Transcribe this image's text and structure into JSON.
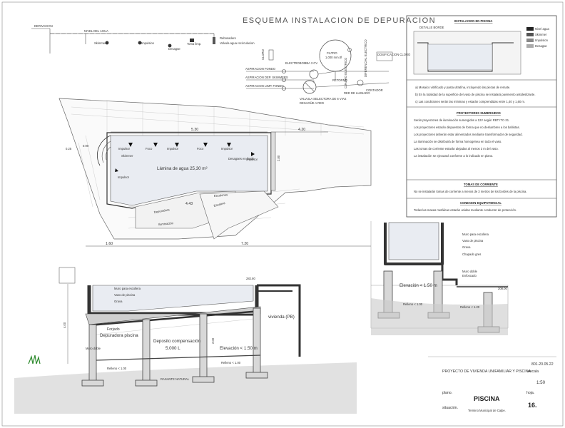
{
  "title": "ESQUEMA INSTALACION DE DEPURACION",
  "schematic": {
    "derivacion": "DERIVACION",
    "nivel_agua": "NIVEL DEL AGUA",
    "skimmer": "Skimmer",
    "impulsion": "Impulsion",
    "desague": "Desagüe",
    "toma_limp": "Toma limp.",
    "rebosadero": "Rebosadero",
    "valvula_agua": "Valvula agua recirculacion",
    "aspiracion_fondo": "ASPIRACION FONDO",
    "aspiracion_skimmer": "ASPIRACION DEP. SKIMMERS",
    "aspiracion_limp": "ASPIRACION LIMP. FONDO",
    "filtro": "FILTRO",
    "filtro_size": "1.000 mm Ø",
    "electrobomba": "ELECTROBOMBA 3 CV",
    "valvula_selectora": "VALVULA SELECTORA DE 6 VIAS",
    "cuadro": "CUADRO ELECTRICO",
    "desague_nivel": "DESAGÜE A RED",
    "contador": "CONTADOR",
    "dosificacion": "DOSIFICACION CLORO",
    "diferencial": "DIFERENCIAL ELECTRICO",
    "red_llenado": "RED DE LLENADO",
    "retorno": "RETORNO"
  },
  "plan": {
    "lamina": "Lámina de agua 25,30 m²",
    "skimmer": "Skimmer",
    "impulsor": "Impulsor",
    "foco": "Foco",
    "desagues": "Desagües en fondo",
    "depuradora": "Depuradora",
    "escalera": "Escalera",
    "dim_top": "5.30",
    "dim_right": "4.20",
    "dim_left": "0.25",
    "dim_left2": "0.90",
    "dim_mid": "4.43",
    "dim_bottom_left": "1.60",
    "dim_bottom": "7.20",
    "dim_side": "2.80",
    "escalones": "Escalones",
    "iluminacion": "Iluminación"
  },
  "right_panel": {
    "header": "INSTALACION EN PISCINA",
    "detail_label": "DETALLE BORDE",
    "legend": [
      {
        "sym": "300",
        "label": "Nivel agua"
      },
      {
        "sym": "200",
        "label": "Skimmer"
      },
      {
        "sym": "100",
        "label": "Impulsion"
      },
      {
        "sym": "100",
        "label": "Desagüe"
      }
    ],
    "notes": [
      "a) Mosaico vitrificado y pasta ultrafina, incluyendo las piezas de remate.",
      "b) En la totalidad de la superficie del vaso de piscina se instalará pavimento antideslizante.",
      "c) Las condiciones serán las mínimas y estarán comprendidas entre 1,40 y 1,60 m."
    ],
    "sections": [
      {
        "heading": "PROYECTORES SUMERGIDOS",
        "lines": [
          "Serán proyectores de iluminación sumergidos a 12V según RBT ITC-31.",
          "Los proyectores estarán dispuestos de forma que no deslumbren a los bañistas.",
          "Los proyectores deberán estar alimentados mediante transformador de seguridad.",
          "La iluminación se distribuirá de forma homogénea en todo el vaso.",
          "Las tomas de corriente estarán alejadas al menos 3 m del vaso.",
          "La instalación se ejecutará conforme a lo indicado en plano."
        ]
      },
      {
        "heading": "TOMAS DE CORRIENTE",
        "lines": [
          "No se instalarán tomas de corriente a menos de 3 metros de los bordes de la piscina."
        ]
      },
      {
        "heading": "CONEXION EQUIPOTENCIAL",
        "lines": [
          "Todas las masas metálicas estarán unidas mediante conductor de protección."
        ]
      }
    ]
  },
  "section_main": {
    "muro_escollera": "Muro para escollera",
    "vaso": "Vaso de piscina",
    "grava": "Grava",
    "forjado": "Forjado",
    "depuradora": "Depuradora piscina",
    "deposito": "Deposito compensación",
    "deposito_vol": "5.000 L",
    "elevacion": "Elevación < 1.50 m",
    "vivienda": "vivienda (PB)",
    "muro_doble": "Muro doble",
    "relleno": "Relleno < 1.00",
    "rasante": "RASANTE NATURAL",
    "dim_h": "4.00",
    "dim_h2": "2.00",
    "dim_top": "282.80"
  },
  "section_small": {
    "muro_escollera": "Muro para escollera",
    "vaso": "Vaso de piscina",
    "grava": "Grava",
    "chapado": "Chapado gres",
    "muro_doble": "Muro doble",
    "enfoscado": "Enfoscado",
    "elevacion": "Elevación < 1.50 m",
    "relleno": "Relleno < 1.00",
    "relleno2": "Relleno < 1.20",
    "dim": "208.00"
  },
  "titleblock": {
    "code": "801-20.05.22",
    "project": "PROYECTO DE VIVIENDA UNIFAMILIAR Y PISCINA",
    "escala_label": "escala",
    "escala": "1:50",
    "plano_label": "plano.",
    "plano": "PISCINA",
    "hoja_label": "hoja.",
    "hoja": "16.",
    "situacion_label": "situación.",
    "situacion": "Termino Municipal de Calpe."
  }
}
